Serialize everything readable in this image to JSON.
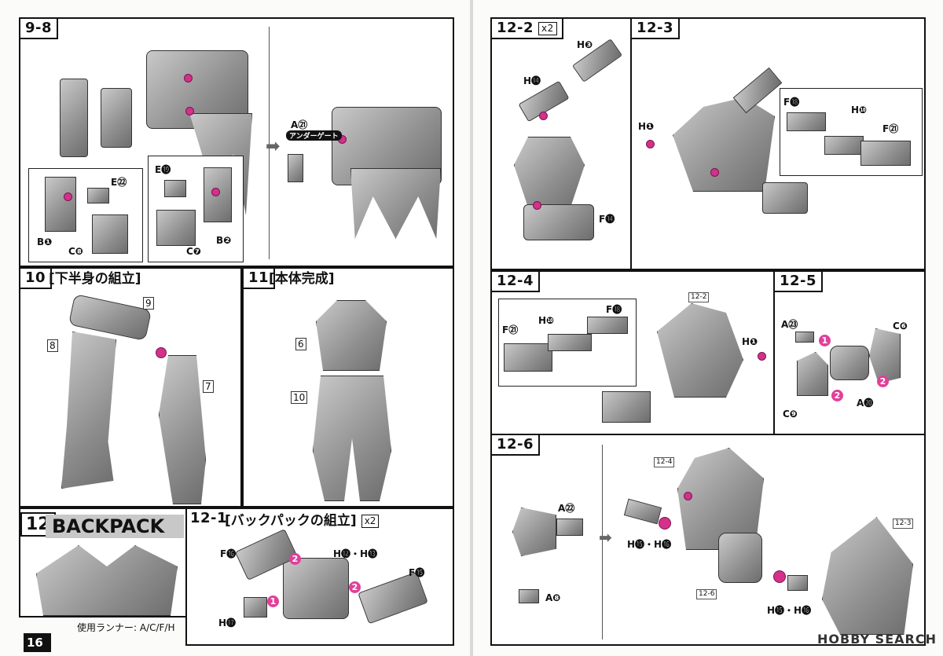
{
  "pages": {
    "left_number": "16"
  },
  "step_9_8": {
    "label": "9-8",
    "parts": {
      "e22": "E㉒",
      "e19": "E⓳",
      "b1": "B❶",
      "c8": "C❽",
      "b2": "B❷",
      "c7": "C❼",
      "a21": "A㉑"
    },
    "under_gate": "アンダーゲート"
  },
  "step_10": {
    "label": "10",
    "title": "[下半身の組立]",
    "refs": {
      "r9": "9",
      "r8": "8",
      "r7": "7"
    }
  },
  "step_11": {
    "label": "11",
    "title": "[本体完成]",
    "refs": {
      "r6": "6",
      "r10": "10"
    }
  },
  "step_12": {
    "label": "12",
    "title": "BACKPACK",
    "runners": "使用ランナー:  A/C/F/H"
  },
  "step_12_1": {
    "label": "12-1",
    "title": "[バックパックの組立]",
    "mult": "x2",
    "parts": {
      "f16": "F⓰",
      "h12h13": "H⓬・H⓭",
      "f15": "F⓯",
      "h17": "H⓱"
    }
  },
  "step_12_2": {
    "label": "12-2",
    "mult": "x2",
    "parts": {
      "h3": "H❸",
      "h14": "H⓮",
      "f14": "F⓮"
    }
  },
  "step_12_3": {
    "label": "12-3",
    "parts": {
      "h1": "H❶",
      "f18": "F⓲",
      "h10": "H❿",
      "f21": "F㉑"
    }
  },
  "step_12_4": {
    "label": "12-4",
    "ref": "12-2",
    "parts": {
      "f18": "F⓲",
      "h10": "H❿",
      "f21": "F㉑",
      "h1": "H❶"
    }
  },
  "step_12_5": {
    "label": "12-5",
    "parts": {
      "a23": "A㉓",
      "c6": "C❻",
      "c9": "C❾",
      "a20": "A⓴"
    },
    "badges": [
      "1",
      "2",
      "2"
    ]
  },
  "step_12_6": {
    "label": "12-6",
    "refs": {
      "r124": "12-4",
      "r123": "12-3",
      "r126": "12-6"
    },
    "parts": {
      "a22": "A㉒",
      "a8": "A❽",
      "h15h16a": "H⓯・H⓰",
      "h15h16b": "H⓯・H⓰"
    }
  },
  "watermark": "HOBBY SEARCH",
  "colors": {
    "accent": "#d3318a",
    "part_gray": "#9a9a9a",
    "ink": "#111111"
  }
}
